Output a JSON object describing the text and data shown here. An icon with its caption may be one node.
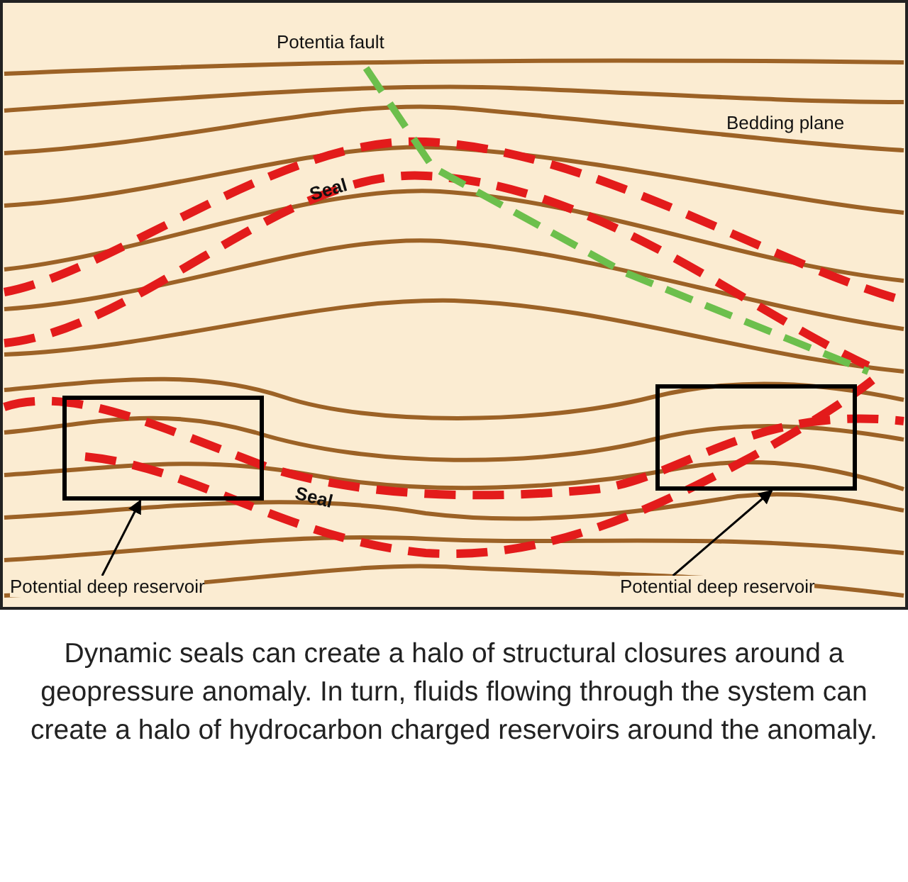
{
  "diagram": {
    "caption": "Dynamic seals can create a halo of structural closures around a geopressure anomaly. In turn, fluids flowing through the system can create a halo of hydrocarbon charged reservoirs around the anomaly.",
    "nodes": [
      {
        "text": [],
        "shape": "box"
      },
      {
        "text": [],
        "shape": "box"
      },
      {
        "text": [
          "Potential deep reservoir"
        ]
      },
      {
        "text": [
          "Potential deep reservoir"
        ]
      }
    ],
    "edges": [
      {
        "from": 2,
        "to": 0,
        "arrow": "to"
      },
      {
        "from": 3,
        "to": 1,
        "arrow": "to"
      }
    ],
    "labels": [
      "Potentia fault",
      "Bedding plane",
      "Seal",
      "Seal"
    ]
  }
}
